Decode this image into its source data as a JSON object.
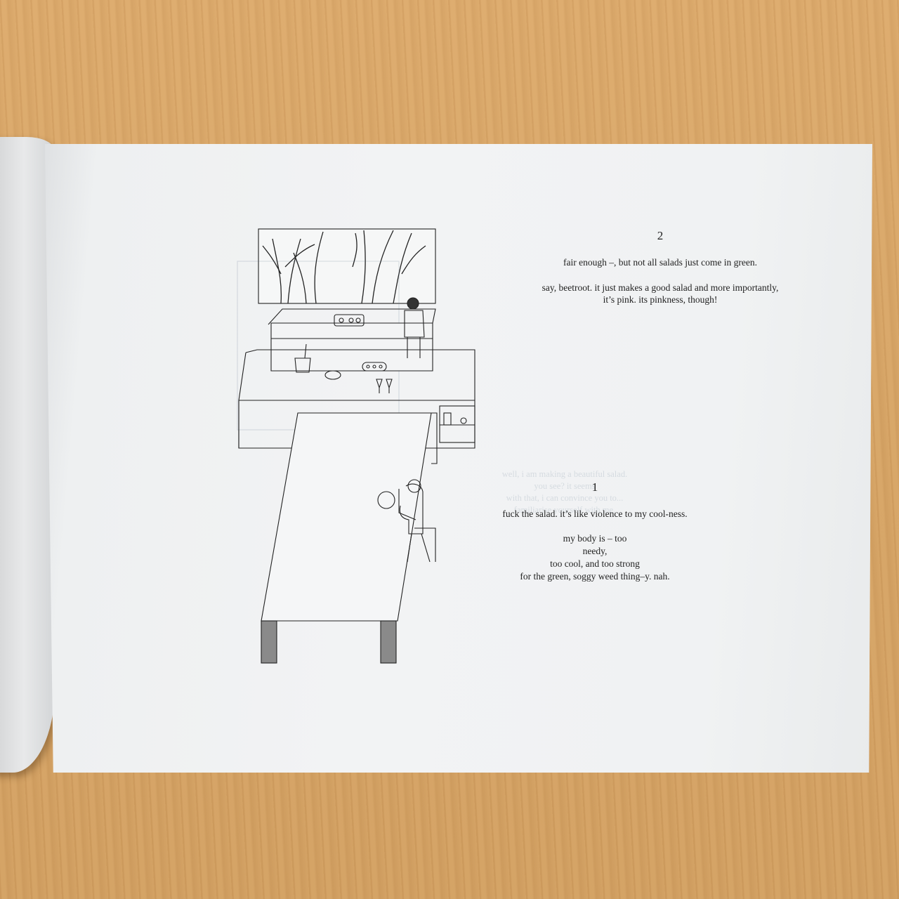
{
  "spread": {
    "right_page": {
      "section_2": {
        "number": "2",
        "line1": "fair enough –, but not all salads just come in green.",
        "line2": "say, beetroot. it just makes a good salad and more importantly,",
        "line3": "it’s pink. its pinkness, though!"
      },
      "section_1": {
        "number": "1",
        "line1": "fuck the salad. it’s like violence to my cool-ness.",
        "line2": "my body is – too",
        "line3": "needy,",
        "line4": "too cool, and too strong",
        "line5": "for the green, soggy weed thing–y. nah."
      }
    },
    "illustration": {
      "subject": "kitchen-with-long-table-line-drawing"
    }
  }
}
